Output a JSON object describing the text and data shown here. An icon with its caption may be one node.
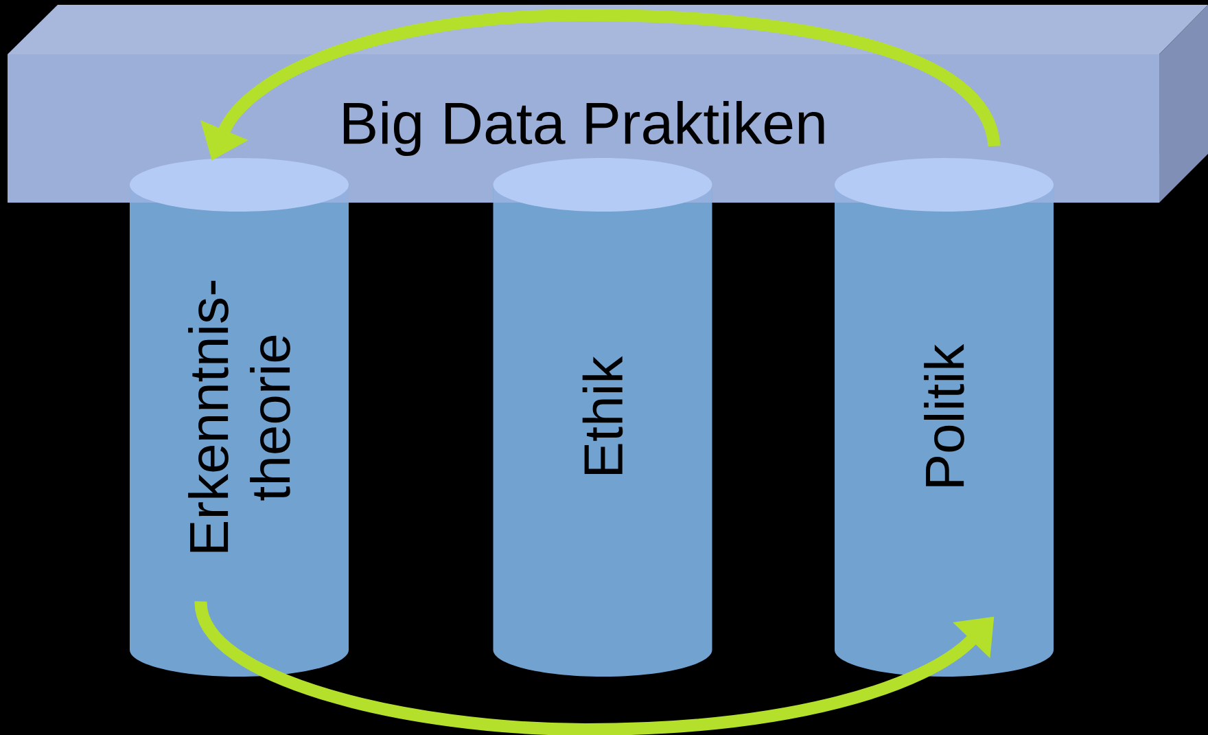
{
  "diagram": {
    "nodes": [
      {
        "text": [
          "Big Data Praktiken"
        ]
      },
      {
        "text": [
          "Erkenntnis- theorie"
        ]
      },
      {
        "text": [
          "Ethik"
        ]
      },
      {
        "text": [
          "Politik"
        ]
      }
    ],
    "edges": [
      {
        "from": 3,
        "to": 1,
        "arrow": "to"
      },
      {
        "from": 1,
        "to": 3,
        "arrow": "to"
      }
    ]
  }
}
